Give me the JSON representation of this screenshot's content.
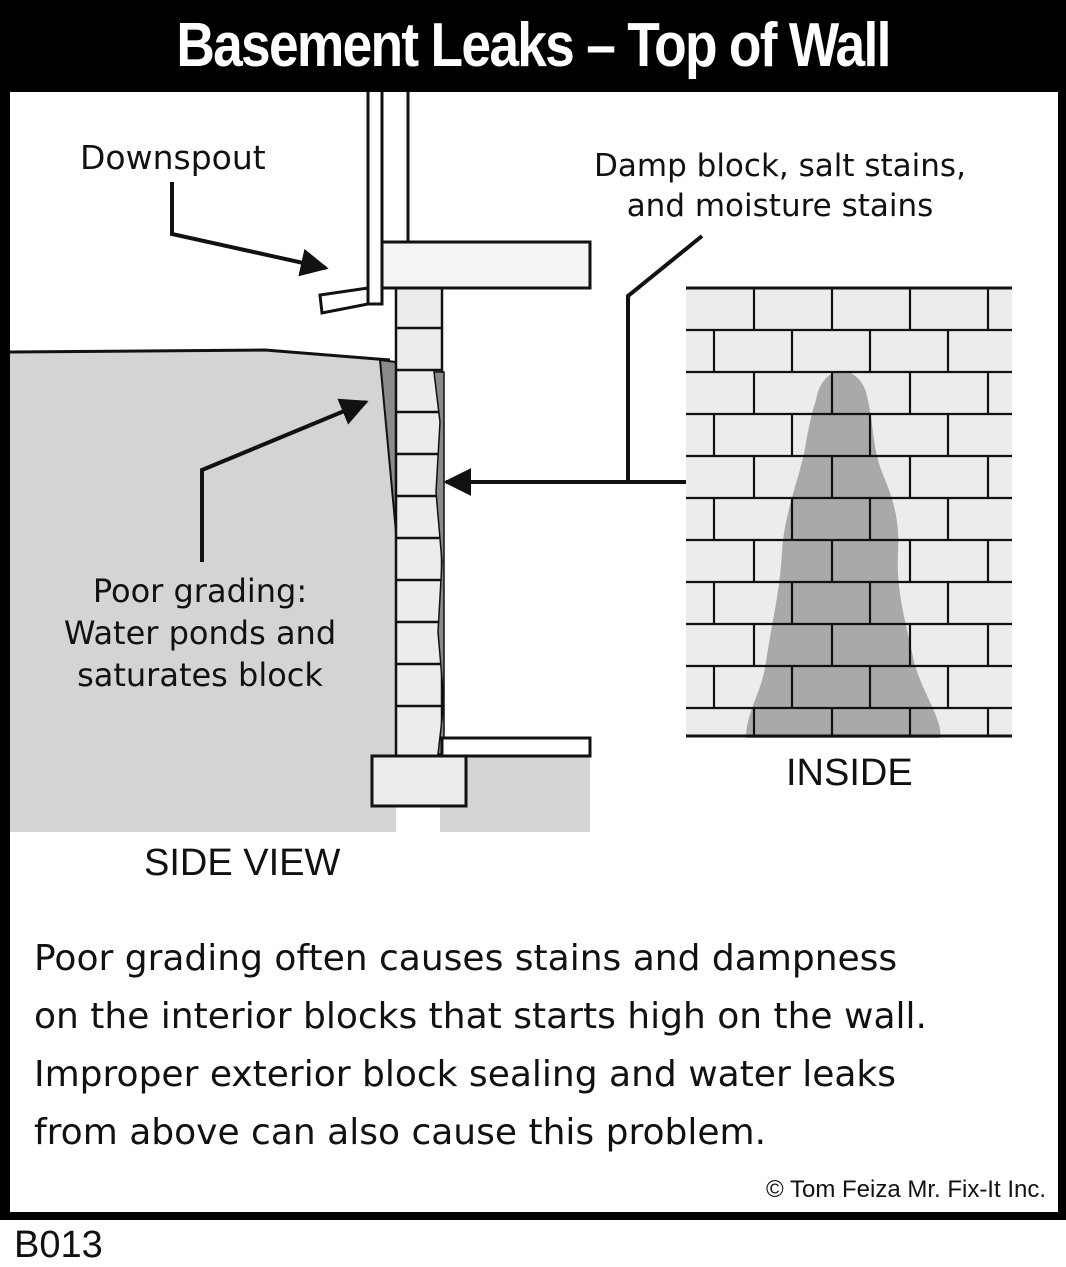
{
  "header": {
    "title": "Basement Leaks – Top of Wall"
  },
  "labels": {
    "downspout": "Downspout",
    "damp_line1": "Damp block, salt stains,",
    "damp_line2": "and moisture stains",
    "grading_line1": "Poor grading:",
    "grading_line2": "Water ponds and",
    "grading_line3": "saturates block",
    "inside": "INSIDE",
    "side_view": "SIDE VIEW"
  },
  "caption": {
    "line1": "Poor grading often causes stains and dampness",
    "line2": "on the interior blocks that starts high on the wall.",
    "line3": "Improper exterior block sealing and water leaks",
    "line4": "from above can also cause this problem."
  },
  "footer": {
    "copyright": "© Tom Feiza Mr. Fix-It Inc.",
    "code": "B013"
  },
  "colors": {
    "frame": "#000000",
    "soil": "#d4d4d4",
    "block": "#ececec",
    "stain": "#a9a9a9",
    "ink": "#111111"
  }
}
